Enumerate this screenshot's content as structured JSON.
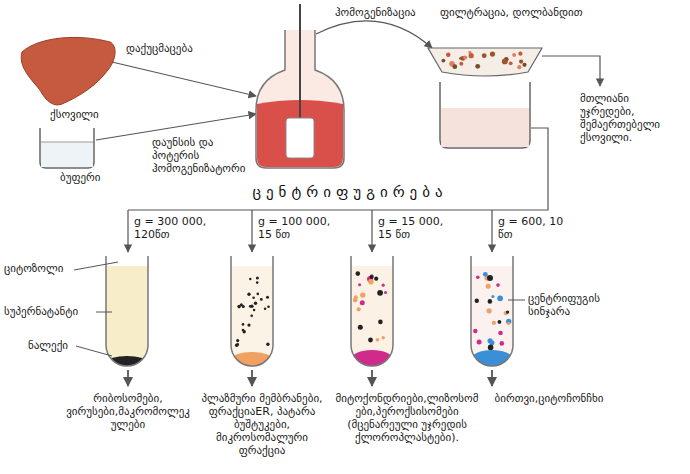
{
  "diagram": {
    "labels": [
      "ჰომოგენიზაცია",
      "დაქუცმაცება",
      "ქსოვილი",
      "ბუფერი",
      "დაუნსის და პოტერის ჰომოგენიზატორი",
      "ფილტრაცია, დოლბანდით",
      "მთლიანი უჯრედები, შემაერთებელი ქსოვილი.",
      "ცენტრიფუგირება",
      "g = 300 000, 120წთ",
      "g = 100 000, 15 წთ",
      "g = 15 000, 15 წთ",
      "g = 600, 10 წთ",
      "ციტოზოლი",
      "სუპერნატანტი",
      "ნალექი",
      "ცენტრიფუგის სინჯარა",
      "რიბოსომები, ვირუსები,მაკრომოლეკულები",
      "პლაზმური მემბრანები, ფრაქციაER, პატარა ბუშტუკები, მიკროსომალური ფრაქცია",
      "მიტოქონდრიები,ლიზოსომები,პეროქსისომები (მცენარეული უჯრედის ქლოროპლასტები).",
      "ბირთვი,ციტოჩონჩხი"
    ]
  }
}
